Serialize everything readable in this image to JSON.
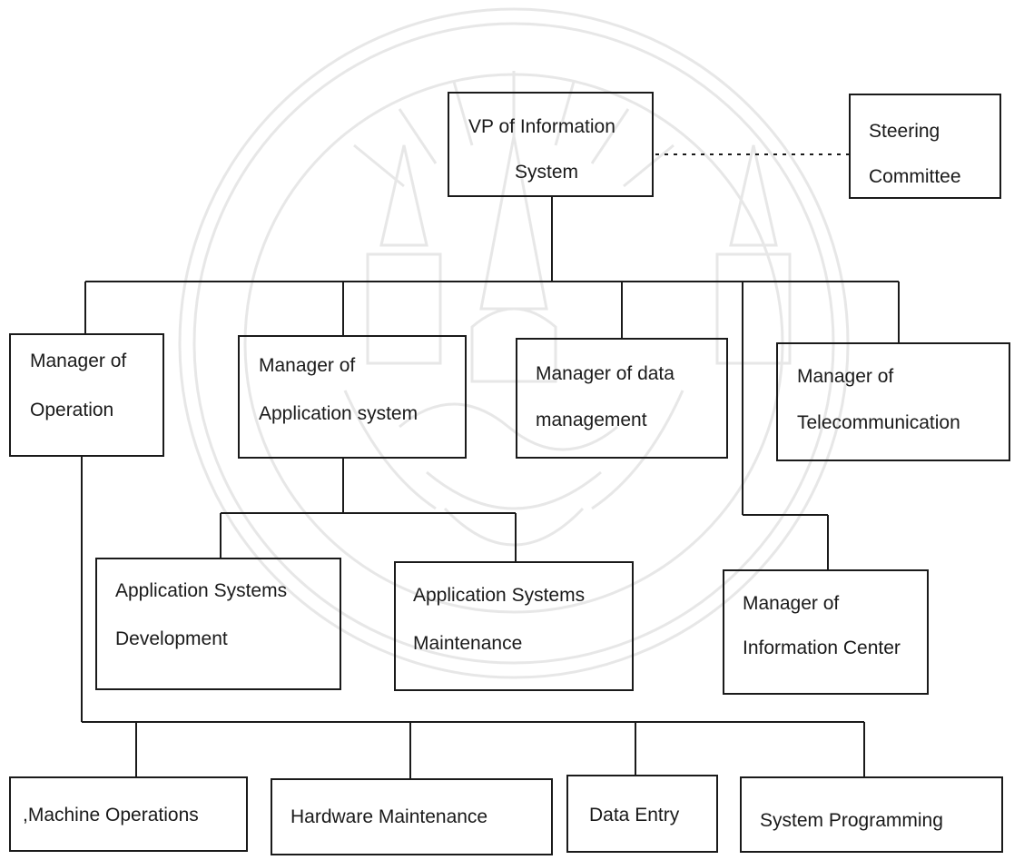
{
  "org_chart": {
    "vp": {
      "line1": "VP of Information",
      "line2": "System"
    },
    "steering": {
      "line1": "Steering",
      "line2": "Committee"
    },
    "operation": {
      "line1": "Manager of",
      "line2": "Operation"
    },
    "application": {
      "line1": "Manager of",
      "line2": "Application system"
    },
    "data_mgmt": {
      "line1": "Manager of data",
      "line2": "management"
    },
    "telecom": {
      "line1": "Manager of",
      "line2": "Telecommunication"
    },
    "app_dev": {
      "line1": "Application Systems",
      "line2": "Development"
    },
    "app_maint": {
      "line1": "Application Systems",
      "line2": "Maintenance"
    },
    "info_center": {
      "line1": "Manager of",
      "line2": "Information Center"
    },
    "machine_ops": {
      "label": ",Machine Operations"
    },
    "hw_maint": {
      "label": "Hardware Maintenance"
    },
    "data_entry": {
      "label": "Data Entry"
    },
    "sys_prog": {
      "label": "System Programming"
    }
  },
  "watermark": {
    "kind": "university-seal-watermark",
    "color": "#8a8a8a"
  },
  "colors": {
    "line": "#1a1a1a",
    "background": "#ffffff"
  }
}
